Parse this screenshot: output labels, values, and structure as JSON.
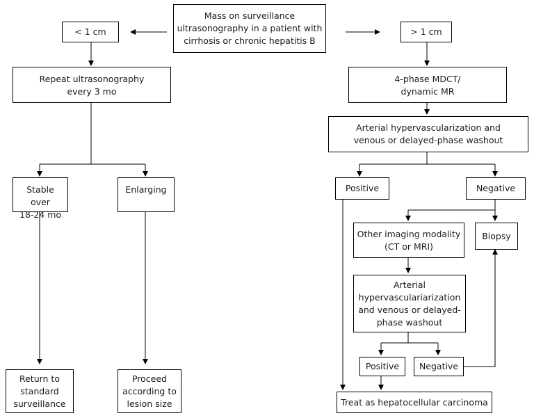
{
  "nodes": {
    "mass": "Mass on surveillance\nultrasonography in a patient with\ncirrhosis or chronic hepatitis B",
    "small": "< 1 cm",
    "large": "> 1 cm",
    "repeat_us": "Repeat ultrasonography\nevery 3 mo",
    "mdct": "4-phase MDCT/\ndynamic MR",
    "arterial1": "Arterial hypervascularization and\nvenous or delayed-phase washout",
    "stable": "Stable over\n18-24 mo",
    "enlarging": "Enlarging",
    "positive1": "Positive",
    "negative1": "Negative",
    "other_imaging": "Other imaging modality\n(CT or MRI)",
    "biopsy": "Biopsy",
    "arterial2": "Arterial\nhypervasculariarization\nand venous or delayed-\nphase washout",
    "positive2": "Positive",
    "negative2": "Negative",
    "return": "Return to\nstandard\nsurveillance",
    "proceed": "Proceed\naccording to\nlesion size",
    "treat": "Treat as hepatocellular carcinoma"
  }
}
